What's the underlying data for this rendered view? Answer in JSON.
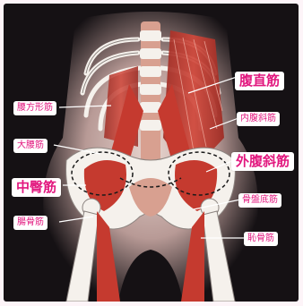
{
  "labels": {
    "rectus_abdominis": "腹直筋",
    "quadratus_lumborum": "腰方形筋",
    "internal_oblique": "内腹斜筋",
    "psoas_major": "大腰筋",
    "external_oblique": "外腹斜筋",
    "gluteus_medius": "中臀筋",
    "pelvic_floor": "骨盤底筋",
    "iliacus": "腸骨筋",
    "pubococcygeus": "恥骨筋"
  },
  "colors": {
    "label_text": "#e2187f",
    "frame_background": "#151114",
    "page_background": "#fdf4f8",
    "muscle": "#c53a2f",
    "bone": "#f5f1ec"
  },
  "icons": {
    "figure": "abdominal-pelvic-muscle-anatomy-illustration"
  }
}
